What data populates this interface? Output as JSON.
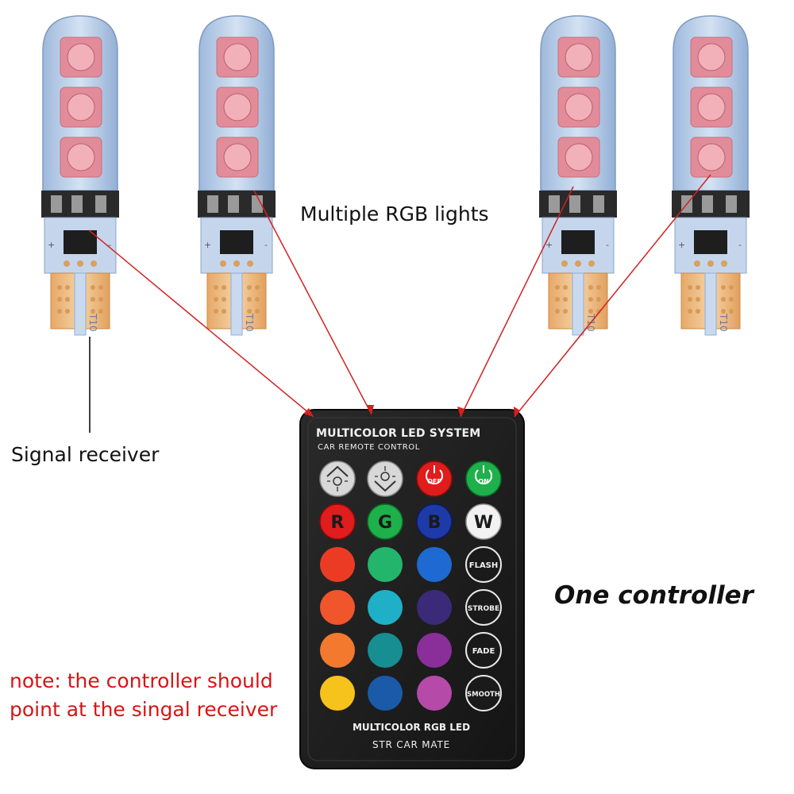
{
  "labels": {
    "rgb_lights": "Multiple RGB lights",
    "signal_receiver": "Signal receiver",
    "one_controller": "One controller",
    "note_line1": "note: the controller should",
    "note_line2": "point at the singal receiver"
  },
  "remote": {
    "title": "MULTICOLOR LED SYSTEM",
    "subtitle": "CAR REMOTE CONTROL",
    "footer_line1": "MULTICOLOR RGB LED",
    "footer_line2": "STR CAR MATE",
    "buttons": {
      "off": "OFF",
      "on": "ON",
      "r": "R",
      "g": "G",
      "b": "B",
      "w": "W",
      "flash": "FLASH",
      "strobe": "STROBE",
      "fade": "FADE",
      "smooth": "SMOOTH"
    }
  },
  "bulbs": {
    "base_marking": "T10"
  },
  "colors": {
    "pointer_line": "#d42020",
    "note_text": "#d81414",
    "remote_body": "#1c1c1c",
    "bulb_body": "#a8c4e6",
    "bulb_base": "#e8b880"
  }
}
